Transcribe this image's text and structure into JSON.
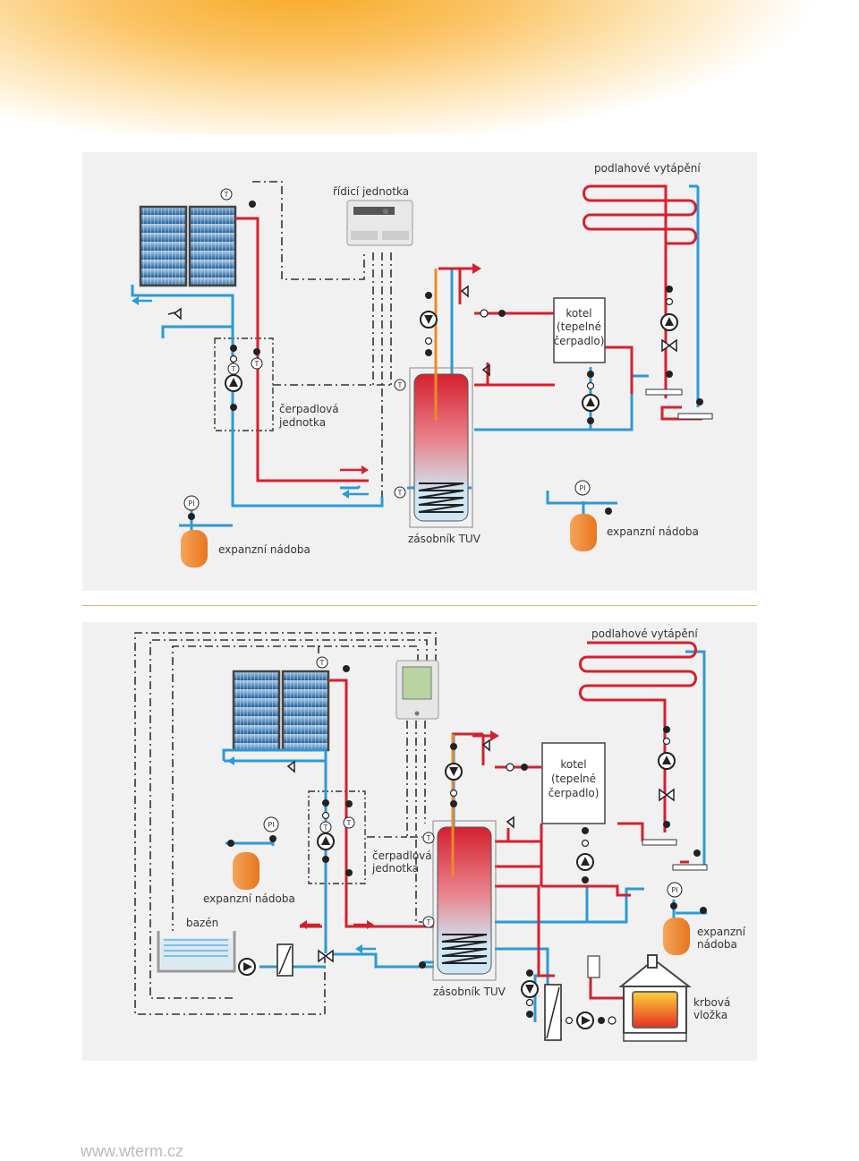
{
  "top": {
    "controller_label": "řídicí jednotka",
    "floor_heating_label": "podlahové vytápění",
    "boiler_lines": [
      "kotel",
      "(tepelné",
      "čerpadlo)"
    ],
    "pump_unit_lines": [
      "čerpadlová",
      "jednotka"
    ],
    "expansion_left_label": "expanzní nádoba",
    "expansion_right_label": "expanzní nádoba",
    "tank_label": "zásobník TUV",
    "symbol_t": "T",
    "symbol_pi": "PI"
  },
  "bottom": {
    "floor_heating_label": "podlahové vytápění",
    "boiler_lines": [
      "kotel",
      "(tepelné",
      "čerpadlo)"
    ],
    "pump_unit_lines": [
      "čerpadlová",
      "jednotka"
    ],
    "expansion_left_label": "expanzní nádoba",
    "expansion_right_lines": [
      "expanzní",
      "nádoba"
    ],
    "pool_label": "bazén",
    "tank_label": "zásobník TUV",
    "fireplace_lines": [
      "krbová",
      "vložka"
    ],
    "symbol_t": "T",
    "symbol_pi": "PI"
  },
  "footer": {
    "url": "www.wterm.cz"
  },
  "colors": {
    "hot": "#d5202f",
    "cold": "#2b9ad6",
    "solar": "#ec8a2a",
    "control": "#333333"
  }
}
